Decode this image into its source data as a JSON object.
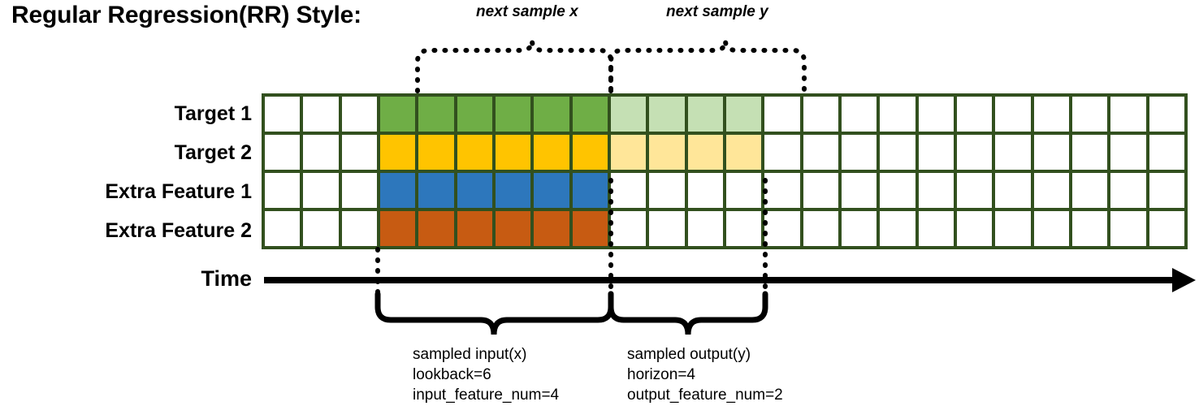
{
  "page_title": "Regular Regression(RR) Style:",
  "annotations": {
    "next_sample_x": "next sample x",
    "next_sample_y": "next sample y"
  },
  "rows": [
    {
      "label": "Target 1",
      "key": "target-1"
    },
    {
      "label": "Target 2",
      "key": "target-2"
    },
    {
      "label": "Extra Feature 1",
      "key": "extra-feature-1"
    },
    {
      "label": "Extra Feature 2",
      "key": "extra-feature-2"
    }
  ],
  "axis": {
    "time_label": "Time"
  },
  "grid": {
    "columns": 24,
    "rows": 4,
    "border_color": "#32501E",
    "empty_color": "#FFFFFF",
    "input_start_col": 3,
    "input_end_col": 9,
    "output_start_col": 9,
    "output_end_col": 13,
    "fills": {
      "target-1_input": "#6FAE46",
      "target-1_output": "#C5E0B4",
      "target-2_input": "#FFC400",
      "target-2_output": "#FFE699",
      "extra-feature-1_input": "#2D77BC",
      "extra-feature-2_input": "#C75B12"
    },
    "cell_fill_matrix": [
      [
        "#FFFFFF",
        "#FFFFFF",
        "#FFFFFF",
        "#6FAE46",
        "#6FAE46",
        "#6FAE46",
        "#6FAE46",
        "#6FAE46",
        "#6FAE46",
        "#C5E0B4",
        "#C5E0B4",
        "#C5E0B4",
        "#C5E0B4",
        "#FFFFFF",
        "#FFFFFF",
        "#FFFFFF",
        "#FFFFFF",
        "#FFFFFF",
        "#FFFFFF",
        "#FFFFFF",
        "#FFFFFF",
        "#FFFFFF",
        "#FFFFFF",
        "#FFFFFF"
      ],
      [
        "#FFFFFF",
        "#FFFFFF",
        "#FFFFFF",
        "#FFC400",
        "#FFC400",
        "#FFC400",
        "#FFC400",
        "#FFC400",
        "#FFC400",
        "#FFE699",
        "#FFE699",
        "#FFE699",
        "#FFE699",
        "#FFFFFF",
        "#FFFFFF",
        "#FFFFFF",
        "#FFFFFF",
        "#FFFFFF",
        "#FFFFFF",
        "#FFFFFF",
        "#FFFFFF",
        "#FFFFFF",
        "#FFFFFF",
        "#FFFFFF"
      ],
      [
        "#FFFFFF",
        "#FFFFFF",
        "#FFFFFF",
        "#2D77BC",
        "#2D77BC",
        "#2D77BC",
        "#2D77BC",
        "#2D77BC",
        "#2D77BC",
        "#FFFFFF",
        "#FFFFFF",
        "#FFFFFF",
        "#FFFFFF",
        "#FFFFFF",
        "#FFFFFF",
        "#FFFFFF",
        "#FFFFFF",
        "#FFFFFF",
        "#FFFFFF",
        "#FFFFFF",
        "#FFFFFF",
        "#FFFFFF",
        "#FFFFFF",
        "#FFFFFF"
      ],
      [
        "#FFFFFF",
        "#FFFFFF",
        "#FFFFFF",
        "#C75B12",
        "#C75B12",
        "#C75B12",
        "#C75B12",
        "#C75B12",
        "#C75B12",
        "#FFFFFF",
        "#FFFFFF",
        "#FFFFFF",
        "#FFFFFF",
        "#FFFFFF",
        "#FFFFFF",
        "#FFFFFF",
        "#FFFFFF",
        "#FFFFFF",
        "#FFFFFF",
        "#FFFFFF",
        "#FFFFFF",
        "#FFFFFF",
        "#FFFFFF",
        "#FFFFFF"
      ]
    ]
  },
  "input_block": {
    "title": "sampled input(x)",
    "line2": "lookback=6",
    "line3": "input_feature_num=4"
  },
  "output_block": {
    "title": "sampled output(y)",
    "line2": "horizon=4",
    "line3": "output_feature_num=2"
  }
}
